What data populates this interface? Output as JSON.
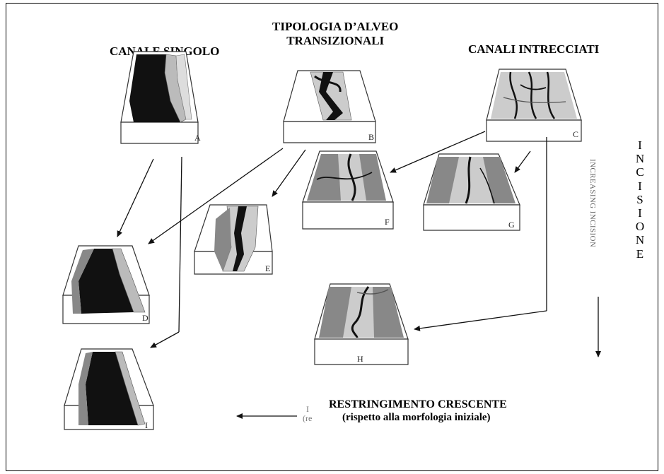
{
  "headings": {
    "single": "CANALE SINGOLO",
    "transitional_line1": "TIPOLOGIA D’ALVEO",
    "transitional_line2": "TRANSIZIONALI",
    "braided": "CANALI INTRECCIATI"
  },
  "blocks": [
    "A",
    "B",
    "C",
    "D",
    "E",
    "F",
    "G",
    "H",
    "I"
  ],
  "side_label": [
    "I",
    "N",
    "C",
    "I",
    "S",
    "I",
    "O",
    "N",
    "E"
  ],
  "side_label_en": "INCREASING INCISION",
  "bottom": {
    "title": "RESTRINGIMENTO CRESCENTE",
    "subtitle": "(rispetto alla morfologia iniziale)",
    "cut_text_a": "I",
    "cut_text_b": "(re"
  },
  "colors": {
    "channel_dark": "#111111",
    "bar_grey": "#8a8a8a",
    "bar_light": "#cfcfcf",
    "text": "#000000"
  }
}
